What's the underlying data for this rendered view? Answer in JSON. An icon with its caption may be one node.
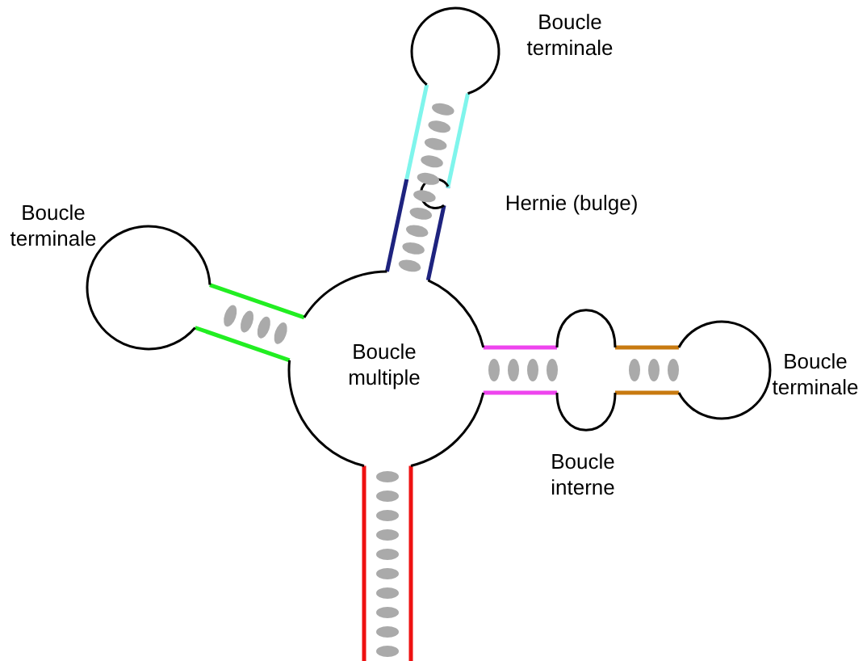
{
  "diagram": {
    "nodes": [
      {
        "text": [
          "Boucle multiple"
        ]
      }
    ],
    "labels": [
      "Boucle terminale",
      "Hernie (bulge)",
      "Boucle terminale",
      "Boucle terminale",
      "Boucle interne"
    ]
  }
}
